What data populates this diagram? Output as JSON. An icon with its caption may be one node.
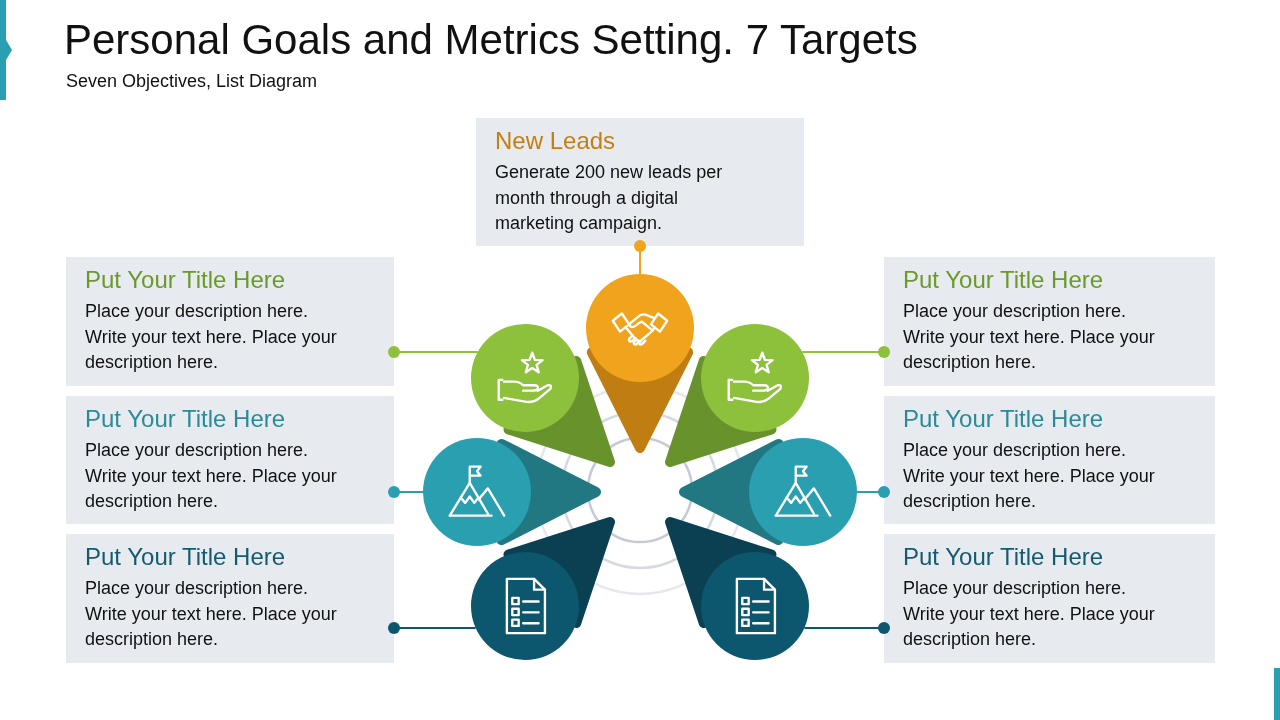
{
  "diagram": {
    "title": "Personal Goals and Metrics Setting. 7 Targets",
    "nodes": [
      {
        "text": [
          "New Leads",
          "Generate 200 new leads per month through a digital marketing campaign."
        ]
      },
      {
        "text": [
          "Put Your Title Here",
          "Place your description here. Write your text here. Place your description here."
        ]
      },
      {
        "text": [
          "Put Your Title Here",
          "Place your description here. Write your text here. Place your description here."
        ]
      },
      {
        "text": [
          "Put Your Title Here",
          "Place your description here. Write your text here. Place your description here."
        ]
      },
      {
        "text": [
          "Put Your Title Here",
          "Place your description here. Write your text here. Place your description here."
        ]
      },
      {
        "text": [
          "Put Your Title Here",
          "Place your description here. Write your text here. Place your description here."
        ]
      },
      {
        "text": [
          "Put Your Title Here",
          "Place your description here. Write your text here. Place your description here."
        ]
      },
      {
        "text": [],
        "shape": "pin"
      },
      {
        "text": [],
        "shape": "pin"
      },
      {
        "text": [],
        "shape": "pin"
      },
      {
        "text": [],
        "shape": "pin"
      },
      {
        "text": [],
        "shape": "pin"
      },
      {
        "text": [],
        "shape": "pin"
      },
      {
        "text": [],
        "shape": "pin"
      }
    ],
    "edges": [
      {
        "from": 7,
        "to": 0,
        "arrow": "other",
        "color": "#f0a31c"
      },
      {
        "from": 8,
        "to": 1,
        "arrow": "other",
        "color": "#8dc03b"
      },
      {
        "from": 9,
        "to": 2,
        "arrow": "other",
        "color": "#8dc03b"
      },
      {
        "from": 10,
        "to": 3,
        "arrow": "other",
        "color": "#2a9fb0"
      },
      {
        "from": 11,
        "to": 4,
        "arrow": "other",
        "color": "#2a9fb0"
      },
      {
        "from": 12,
        "to": 5,
        "arrow": "other",
        "color": "#0c566e"
      },
      {
        "from": 13,
        "to": 6,
        "arrow": "other",
        "color": "#0c566e"
      }
    ],
    "labels": [
      "Seven Objectives, List Diagram"
    ]
  }
}
